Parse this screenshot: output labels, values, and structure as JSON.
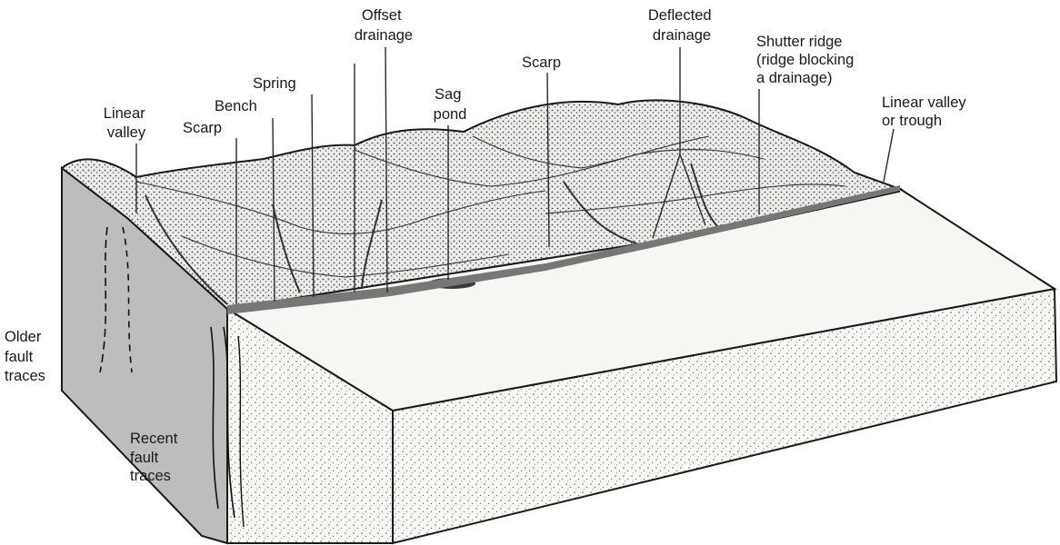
{
  "labels": {
    "offset_drainage": [
      "Offset",
      "drainage"
    ],
    "deflected_drainage": [
      "Deflected",
      "drainage"
    ],
    "shutter_ridge": [
      "Shutter ridge",
      "(ridge blocking",
      "a drainage)"
    ],
    "spring": [
      "Spring"
    ],
    "scarp_center": [
      "Scarp"
    ],
    "sag_pond": [
      "Sag",
      "pond"
    ],
    "bench": [
      "Bench"
    ],
    "linear_valley_left": [
      "Linear",
      "valley"
    ],
    "scarp_left": [
      "Scarp"
    ],
    "linear_valley_right": [
      "Linear valley",
      "or trough"
    ],
    "older_fault_traces": [
      "Older",
      "fault",
      "traces"
    ],
    "recent_fault_traces": [
      "Recent",
      "fault",
      "traces"
    ]
  }
}
